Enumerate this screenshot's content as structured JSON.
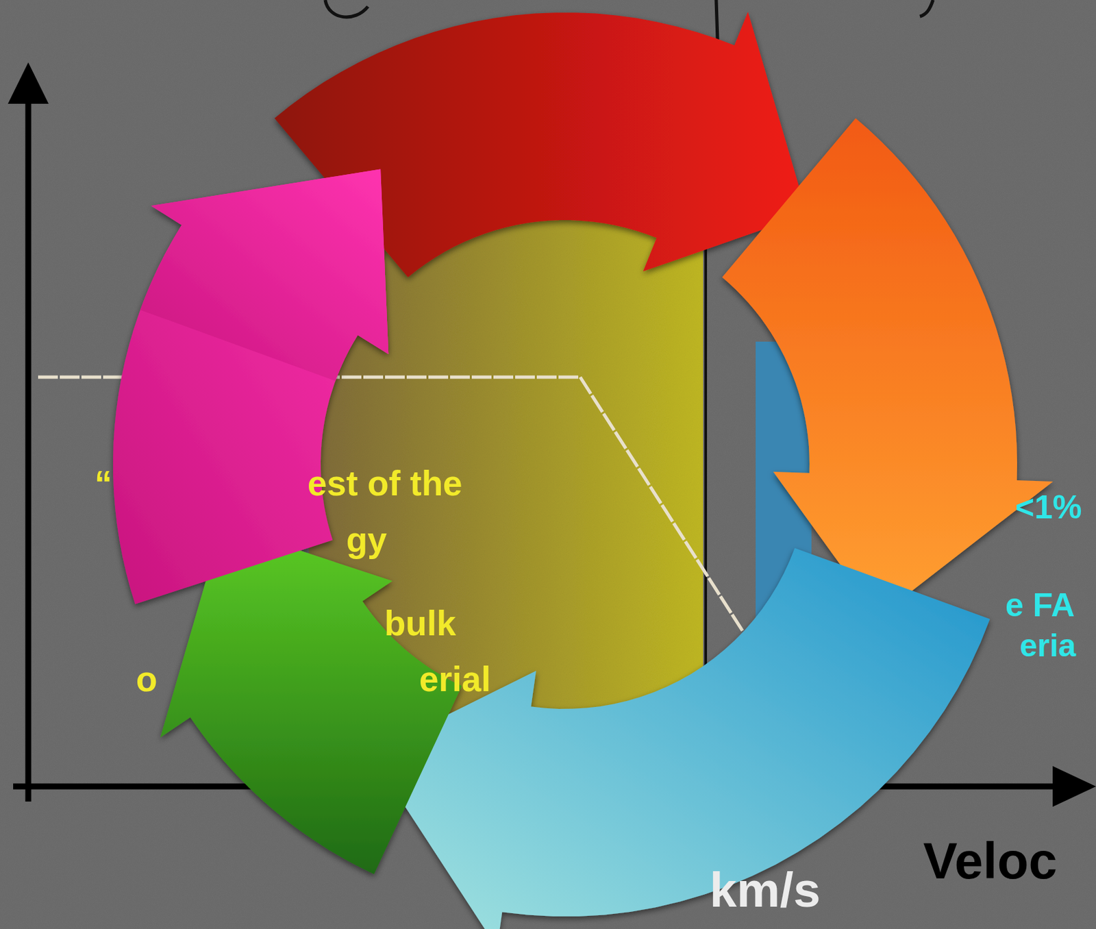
{
  "diagram": {
    "labels": [
      "“",
      "est of the",
      "gy",
      "bulk",
      "o",
      "erial",
      "<1%",
      "e FA",
      "eria",
      "km/s",
      "Veloc"
    ]
  }
}
